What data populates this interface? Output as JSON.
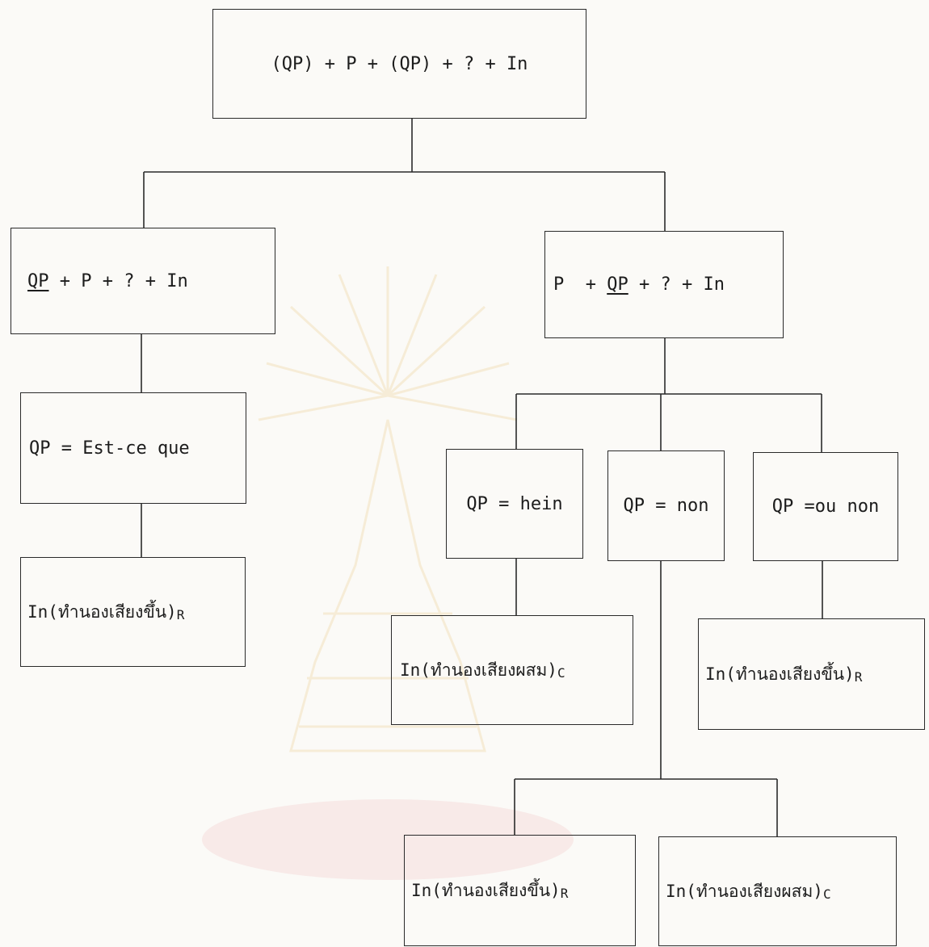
{
  "root": {
    "parts": [
      "(QP) + P + (QP) + ? + In"
    ]
  },
  "left_branch": {
    "structure": {
      "underlined": "QP",
      "rest": " + P + ? + In"
    },
    "qp_value": "QP = Est-ce que",
    "intonation": {
      "text": "In(ทำนองเสียงขึ้น)",
      "code": "R"
    }
  },
  "right_branch": {
    "structure": {
      "prefix": "P  + ",
      "underlined": "QP",
      "rest": " + ? + In"
    },
    "options": {
      "hein": {
        "label": "QP = hein",
        "intonation": {
          "text": "In(ทำนองเสียงผสม)",
          "code": "C"
        }
      },
      "non": {
        "label": "QP = non"
      },
      "ou_non": {
        "label": "QP =ou non",
        "intonation": {
          "text": "In(ทำนองเสียงขึ้น)",
          "code": "R"
        }
      }
    },
    "non_outcomes": [
      {
        "text": "In(ทำนองเสียงขึ้น)",
        "code": "R"
      },
      {
        "text": "In(ทำนองเสียงผสม)",
        "code": "C"
      }
    ]
  },
  "colors": {
    "line": "#2a2a2a",
    "watermark": "#e9c86a"
  }
}
